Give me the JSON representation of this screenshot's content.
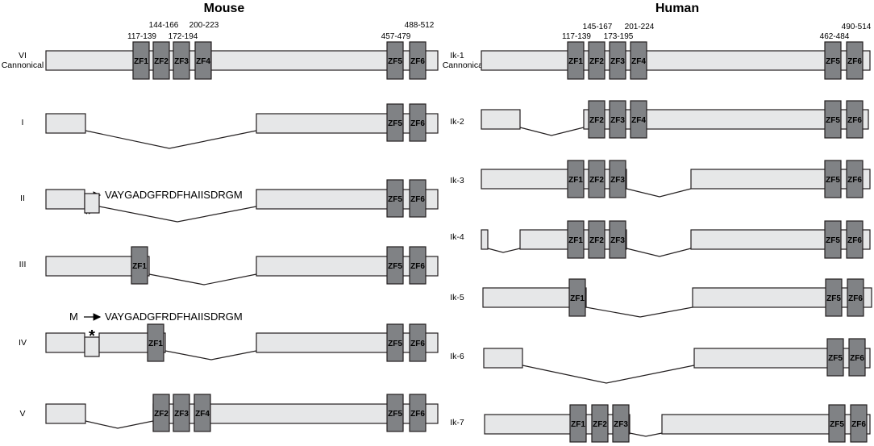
{
  "mouse": {
    "title": "Mouse",
    "positions": [
      "117-139",
      "144-166",
      "172-194",
      "200-223",
      "457-479",
      "488-512"
    ],
    "isoforms": [
      {
        "label": "VI",
        "label2": "Cannonical",
        "zf": [
          "ZF1",
          "ZF2",
          "ZF3",
          "ZF4",
          "ZF5",
          "ZF6"
        ]
      },
      {
        "label": "I",
        "zf": [
          "ZF5",
          "ZF6"
        ]
      },
      {
        "label": "II",
        "zf": [
          "ZF5",
          "ZF6"
        ]
      },
      {
        "label": "III",
        "zf": [
          "ZF1",
          "ZF5",
          "ZF6"
        ]
      },
      {
        "label": "IV",
        "zf": [
          "ZF1",
          "ZF5",
          "ZF6"
        ]
      },
      {
        "label": "V",
        "zf": [
          "ZF2",
          "ZF3",
          "ZF4",
          "ZF5",
          "ZF6"
        ]
      }
    ],
    "annotation": {
      "from": "M",
      "to": "VAYGADGFRDFHAIISDRGM",
      "marker": "*"
    }
  },
  "human": {
    "title": "Human",
    "positions": [
      "117-139",
      "145-167",
      "173-195",
      "201-224",
      "462-484",
      "490-514"
    ],
    "isoforms": [
      {
        "label": "Ik-1",
        "label2": "Cannonical",
        "zf": [
          "ZF1",
          "ZF2",
          "ZF3",
          "ZF4",
          "ZF5",
          "ZF6"
        ]
      },
      {
        "label": "Ik-2",
        "zf": [
          "ZF2",
          "ZF3",
          "ZF4",
          "ZF5",
          "ZF6"
        ]
      },
      {
        "label": "Ik-3",
        "zf": [
          "ZF1",
          "ZF2",
          "ZF3",
          "ZF5",
          "ZF6"
        ]
      },
      {
        "label": "Ik-4",
        "zf": [
          "ZF1",
          "ZF2",
          "ZF3",
          "ZF5",
          "ZF6"
        ]
      },
      {
        "label": "Ik-5",
        "zf": [
          "ZF1",
          "ZF5",
          "ZF6"
        ]
      },
      {
        "label": "Ik-6",
        "zf": [
          "ZF5",
          "ZF6"
        ]
      },
      {
        "label": "Ik-7",
        "zf": [
          "ZF1",
          "ZF2",
          "ZF3",
          "ZF5",
          "ZF6"
        ]
      }
    ]
  },
  "colors": {
    "exon": "#e6e7e8",
    "zinc_finger": "#808285",
    "stroke": "#231f20"
  }
}
